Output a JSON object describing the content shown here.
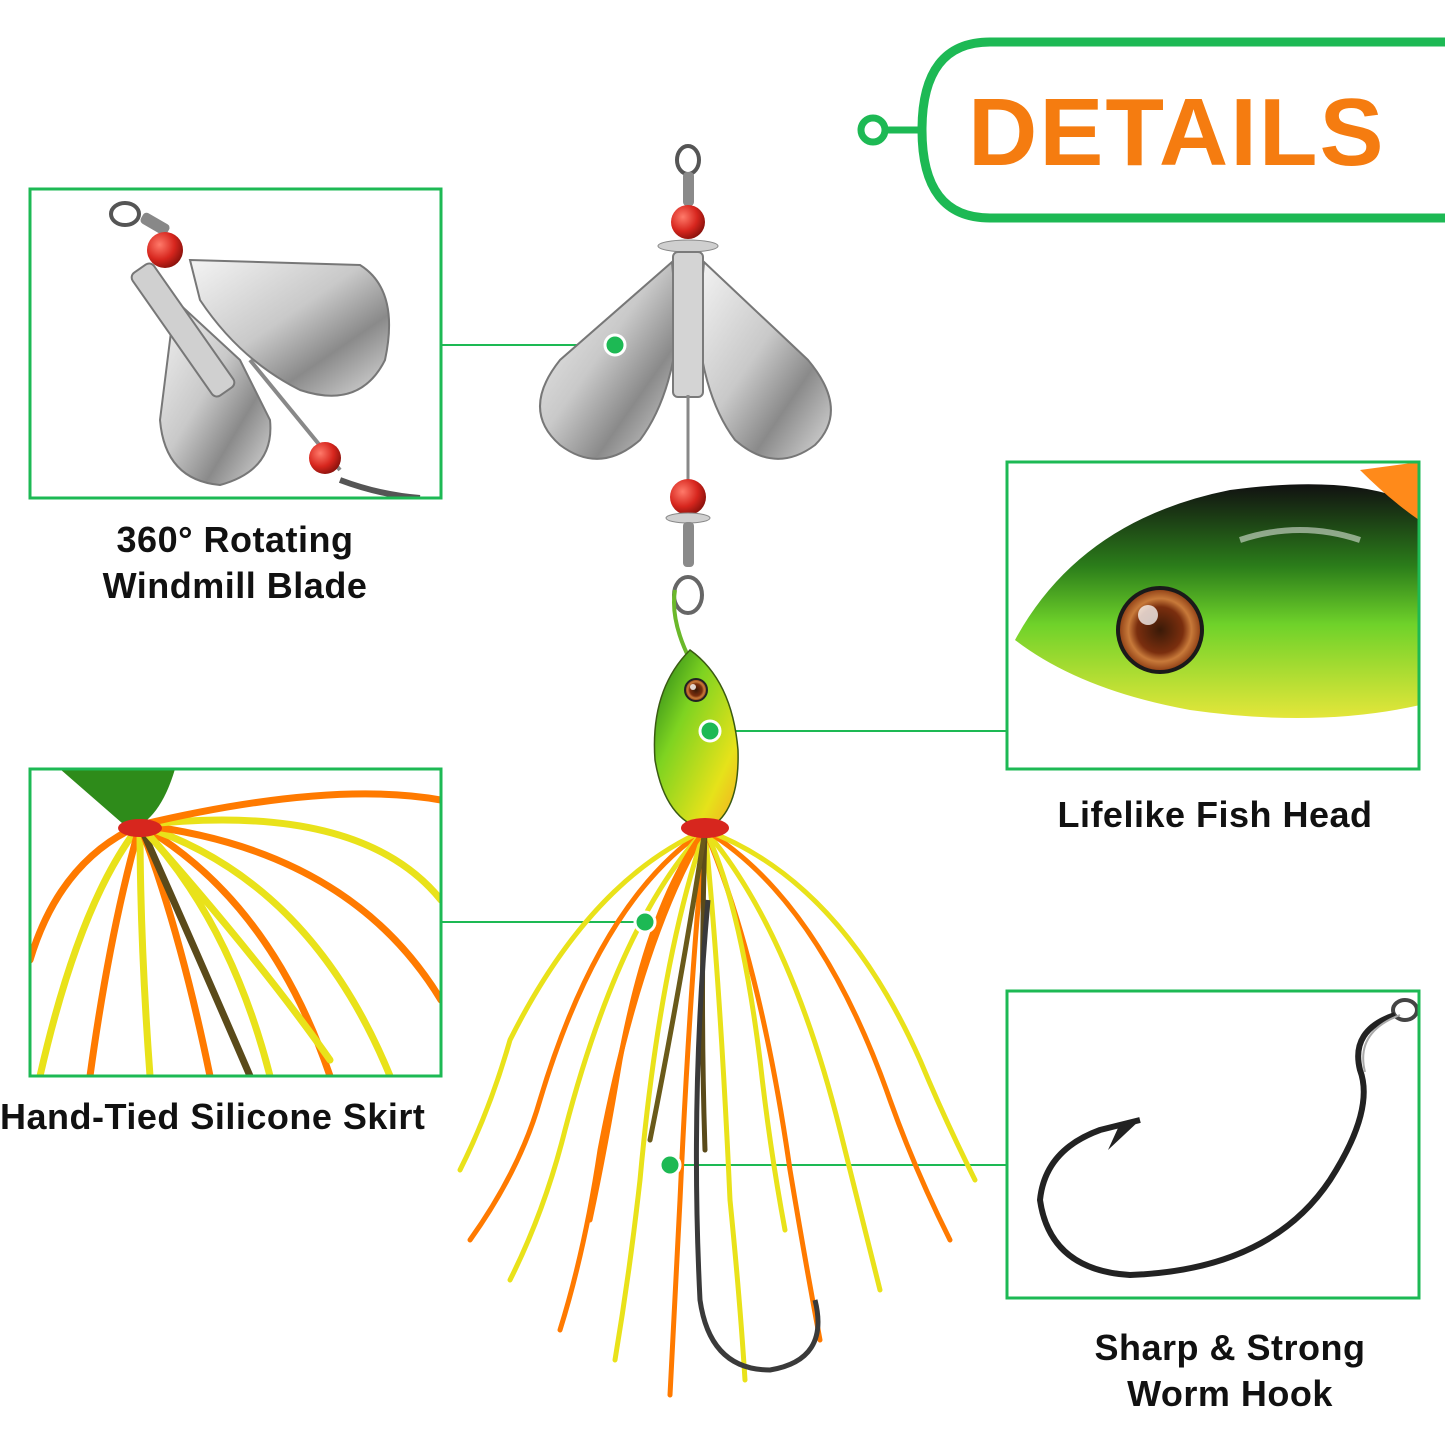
{
  "title": "DETAILS",
  "features": [
    {
      "id": "blade",
      "lines": [
        "360° Rotating",
        "Windmill Blade"
      ]
    },
    {
      "id": "head",
      "lines": [
        "Lifelike Fish Head"
      ]
    },
    {
      "id": "skirt",
      "lines": [
        "Hand-Tied Silicone Skirt"
      ]
    },
    {
      "id": "hook",
      "lines": [
        "Sharp & Strong",
        "Worm Hook"
      ]
    }
  ],
  "colors": {
    "accent_green": "#1db954",
    "title_orange": "#f57c10",
    "bead_red": "#d7261e",
    "skirt_orange": "#ff7a00",
    "skirt_yellow": "#e9e21a",
    "head_green": "#7ed321"
  }
}
